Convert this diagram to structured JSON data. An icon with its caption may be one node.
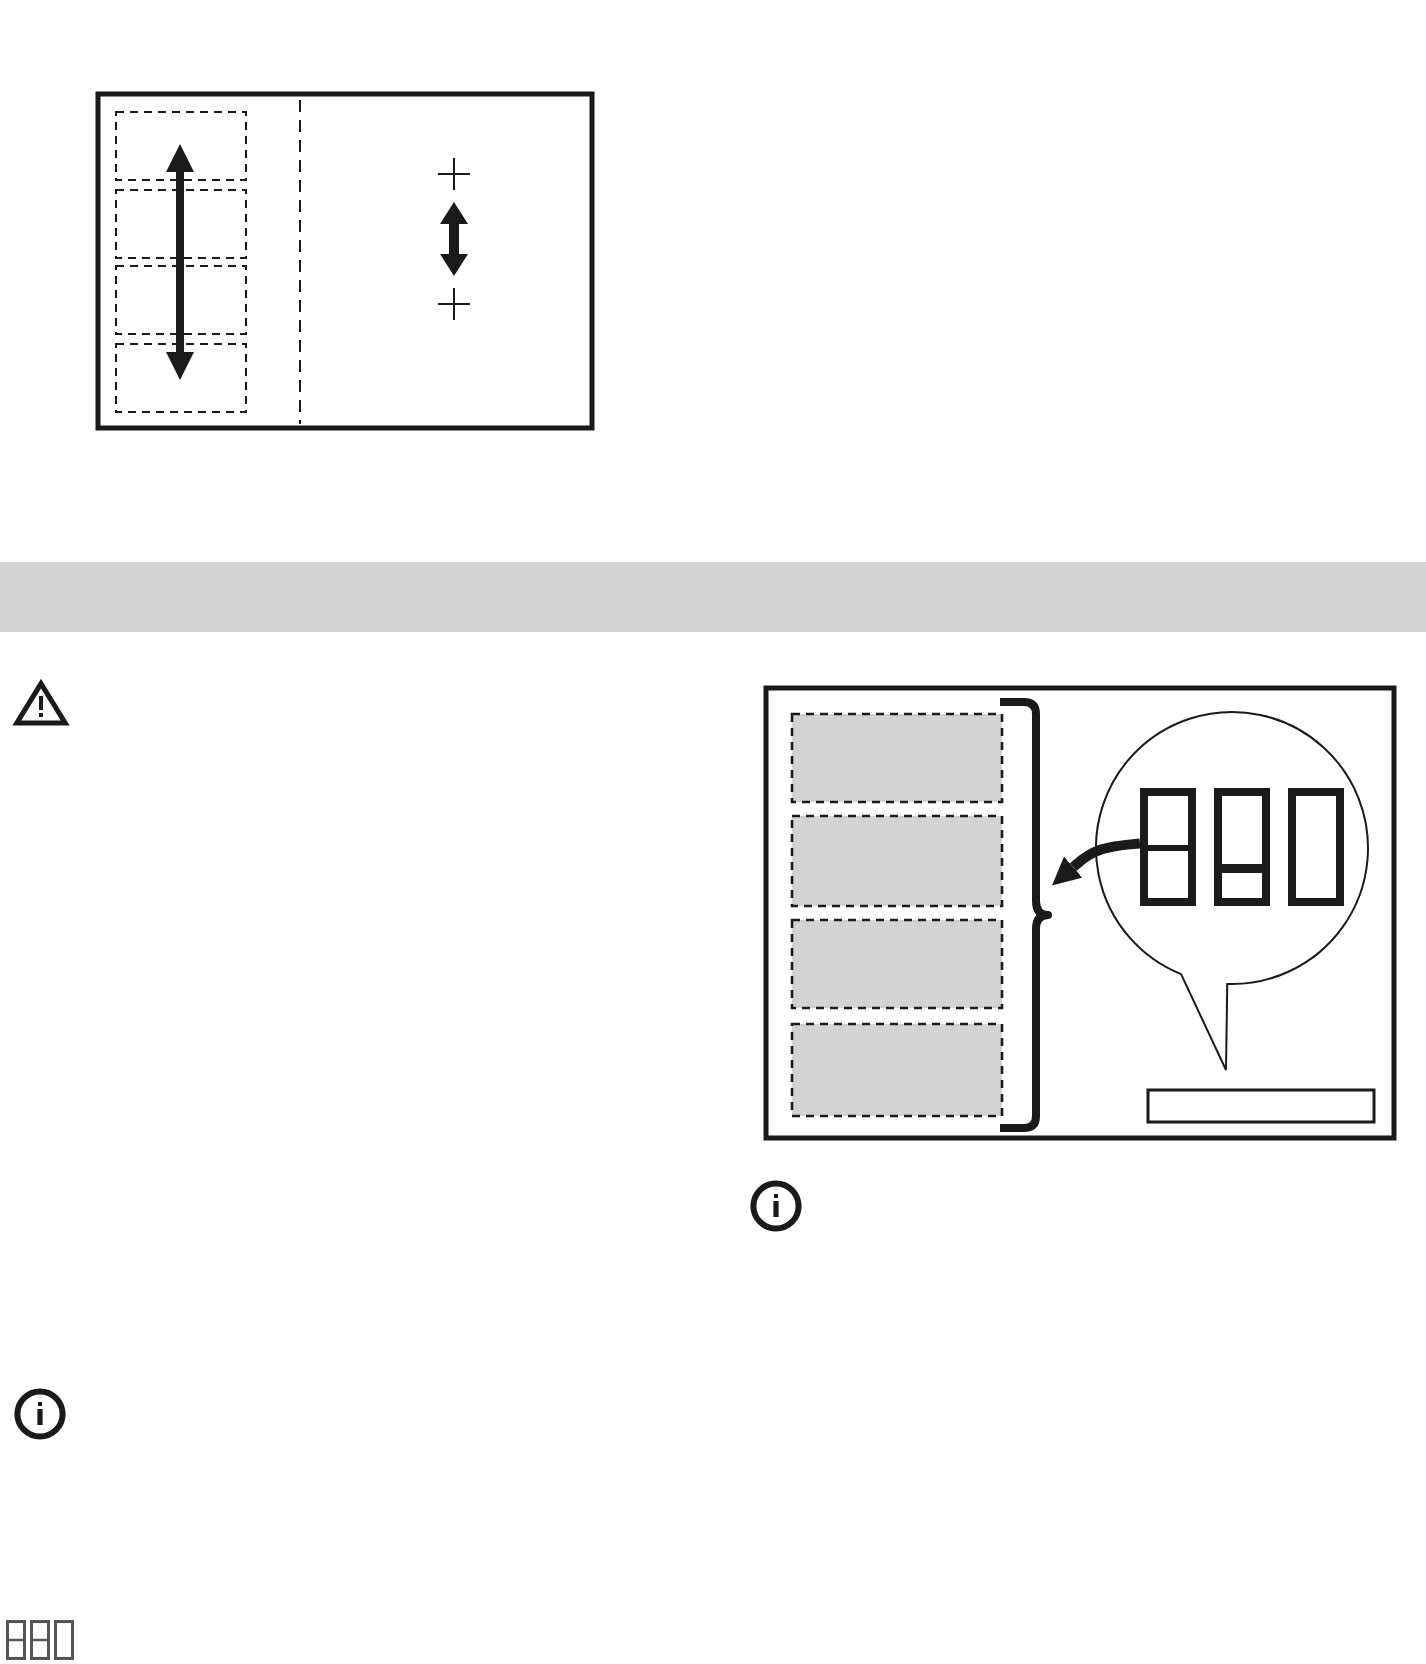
{
  "diagram": {
    "nodes": [
      {
        "text": [],
        "shape": "picture"
      },
      {
        "text": [],
        "shape": "bracket"
      }
    ],
    "edges": [
      {
        "from": 0,
        "to": 1,
        "arrow": "to"
      }
    ]
  }
}
